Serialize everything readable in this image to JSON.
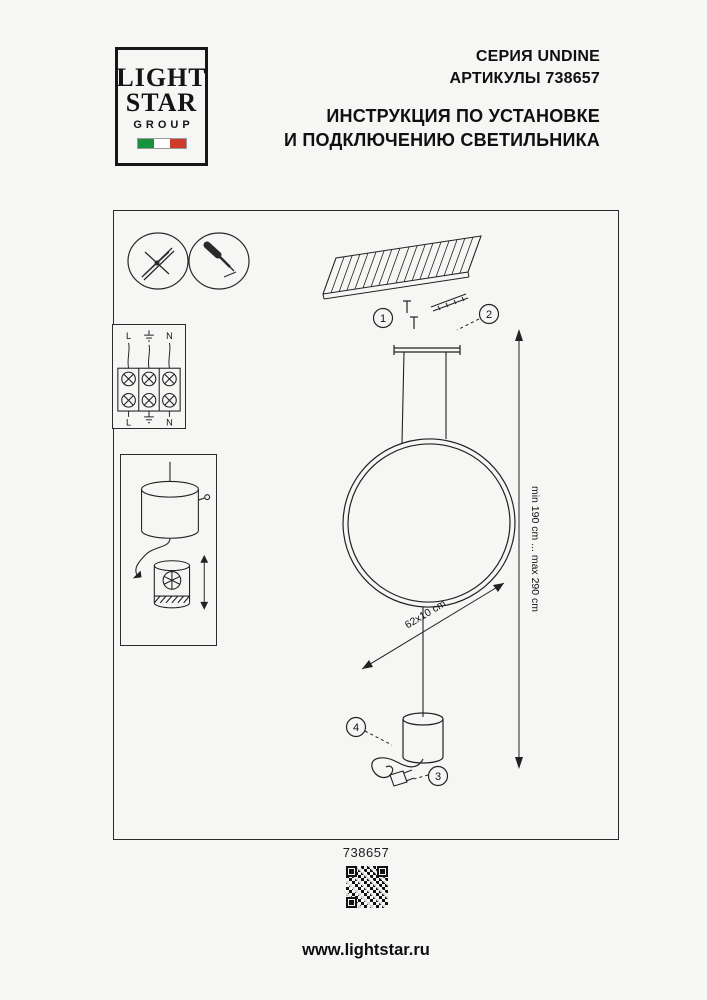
{
  "logo": {
    "line1": "LIGHT",
    "line2": "STAR",
    "line3": "GROUP"
  },
  "header": {
    "series": "СЕРИЯ UNDINE",
    "articles": "АРТИКУЛЫ 738657",
    "title_line1": "ИНСТРУКЦИЯ ПО УСТАНОВКЕ",
    "title_line2": "И ПОДКЛЮЧЕНИЮ СВЕТИЛЬНИКА"
  },
  "diagram": {
    "callout1": "1",
    "callout2": "2",
    "callout3": "3",
    "callout4": "4",
    "dim_diameter": "62x10 cm",
    "dim_height": "min 190 cm ... max 290 cm",
    "wiring": {
      "l": "L",
      "n": "N"
    },
    "article_number": "738657"
  },
  "footer": {
    "website": "www.lightstar.ru"
  },
  "colors": {
    "line": "#222222",
    "flag_green": "#17923f",
    "flag_white": "#ffffff",
    "flag_red": "#cf3a2e"
  }
}
